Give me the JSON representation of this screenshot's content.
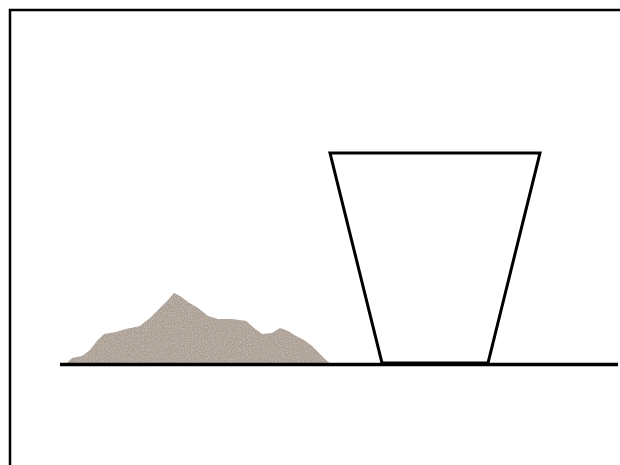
{
  "scene": {
    "description_free": true,
    "colors": {
      "background": "#ffffff",
      "frame": "#000000",
      "ground": "#000000",
      "pot_outline": "#000000",
      "soil_base": "#a39488",
      "soil_dark": "#5e5148",
      "soil_light": "#d8cdc2"
    },
    "elements": [
      "frame-border",
      "ground-line",
      "soil-pile",
      "flower-pot"
    ]
  }
}
